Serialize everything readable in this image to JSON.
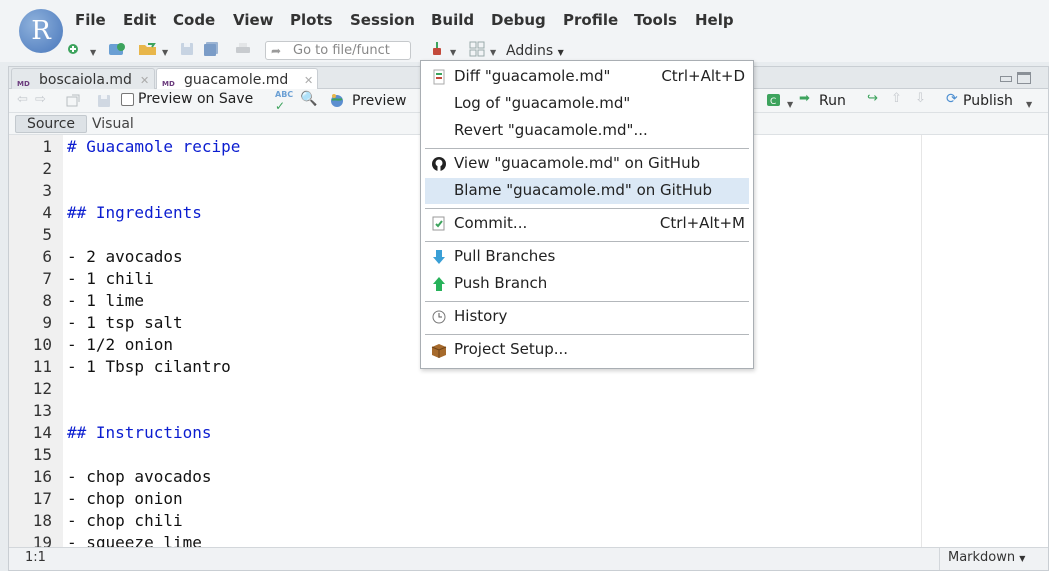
{
  "menus": [
    "File",
    "Edit",
    "Code",
    "View",
    "Plots",
    "Session",
    "Build",
    "Debug",
    "Profile",
    "Tools",
    "Help"
  ],
  "logo_letter": "R",
  "toolbar": {
    "goto_placeholder": "Go to file/funct",
    "addins_label": "Addins"
  },
  "tabs": [
    {
      "icon_label": "MD",
      "label": "boscaiola.md",
      "active": false
    },
    {
      "icon_label": "MD",
      "label": "guacamole.md",
      "active": true
    }
  ],
  "editor_toolbar": {
    "preview_on_save_label": "Preview on Save",
    "preview_label": "Preview",
    "run_label": "Run",
    "publish_label": "Publish"
  },
  "mode": {
    "source_label": "Source",
    "visual_label": "Visual"
  },
  "lines": [
    {
      "n": "1",
      "text": "# Guacamole recipe",
      "kind": "heading"
    },
    {
      "n": "2",
      "text": "",
      "kind": "text"
    },
    {
      "n": "3",
      "text": "",
      "kind": "text"
    },
    {
      "n": "4",
      "text": "## Ingredients",
      "kind": "heading"
    },
    {
      "n": "5",
      "text": "",
      "kind": "text"
    },
    {
      "n": "6",
      "text": "- 2 avocados",
      "kind": "text"
    },
    {
      "n": "7",
      "text": "- 1 chili",
      "kind": "text"
    },
    {
      "n": "8",
      "text": "- 1 lime",
      "kind": "text"
    },
    {
      "n": "9",
      "text": "- 1 tsp salt",
      "kind": "text"
    },
    {
      "n": "10",
      "text": "- 1/2 onion",
      "kind": "text"
    },
    {
      "n": "11",
      "text": "- 1 Tbsp cilantro",
      "kind": "text"
    },
    {
      "n": "12",
      "text": "",
      "kind": "text"
    },
    {
      "n": "13",
      "text": "",
      "kind": "text"
    },
    {
      "n": "14",
      "text": "## Instructions",
      "kind": "heading"
    },
    {
      "n": "15",
      "text": "",
      "kind": "text"
    },
    {
      "n": "16",
      "text": "- chop avocados",
      "kind": "text"
    },
    {
      "n": "17",
      "text": "- chop onion",
      "kind": "text"
    },
    {
      "n": "18",
      "text": "- chop chili",
      "kind": "text"
    },
    {
      "n": "19",
      "text": "- squeeze lime",
      "kind": "text"
    }
  ],
  "status": {
    "cursor_position": "1:1",
    "file_type": "Markdown"
  },
  "git_menu": {
    "groups": [
      [
        {
          "icon": "diff-icon",
          "label": "Diff \"guacamole.md\"",
          "shortcut": "Ctrl+Alt+D"
        },
        {
          "icon": "",
          "label": "Log of \"guacamole.md\"",
          "shortcut": ""
        },
        {
          "icon": "",
          "label": "Revert \"guacamole.md\"...",
          "shortcut": ""
        }
      ],
      [
        {
          "icon": "github-icon",
          "label": "View \"guacamole.md\" on GitHub",
          "shortcut": ""
        },
        {
          "icon": "",
          "label": "Blame \"guacamole.md\" on GitHub",
          "shortcut": "",
          "highlighted": true
        }
      ],
      [
        {
          "icon": "commit-icon",
          "label": "Commit...",
          "shortcut": "Ctrl+Alt+M"
        }
      ],
      [
        {
          "icon": "pull-arrow-icon",
          "label": "Pull Branches",
          "shortcut": ""
        },
        {
          "icon": "push-arrow-icon",
          "label": "Push Branch",
          "shortcut": ""
        }
      ],
      [
        {
          "icon": "clock-icon",
          "label": "History",
          "shortcut": ""
        }
      ],
      [
        {
          "icon": "package-box-icon",
          "label": "Project Setup...",
          "shortcut": ""
        }
      ]
    ]
  },
  "colors": {
    "heading": "#0b1dd0",
    "menu_highlight": "#dbe8f5",
    "logo": "#5d88c5"
  }
}
